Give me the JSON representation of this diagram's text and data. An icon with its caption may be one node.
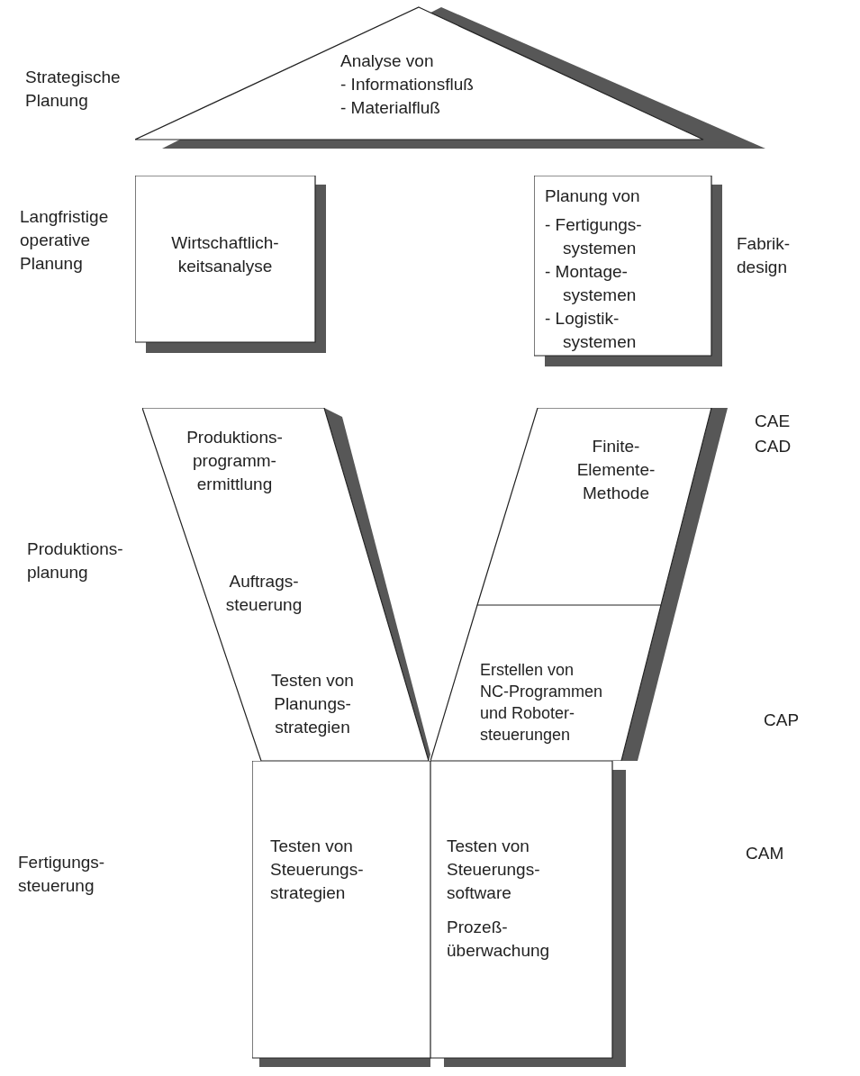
{
  "diagram": {
    "nodes": [
      {
        "text": [
          "Analyse von",
          "- Informationsfluß",
          "- Materialfluß"
        ]
      },
      {
        "text": [
          "Wirtschaftlich- keitsanalyse"
        ]
      },
      {
        "text": [
          "Planung von",
          "- Fertigungs- systemen",
          "- Montage- systemen",
          "- Logistik- systemen"
        ]
      },
      {
        "text": [
          "Produktions- programm- ermittlung",
          "Auftrags- steuerung",
          "Testen von Planungs- strategien"
        ]
      },
      {
        "text": [
          "Finite- Elemente- Methode"
        ]
      },
      {
        "text": [
          "Erstellen von NC-Programmen und Roboter- steuerungen"
        ]
      },
      {
        "text": [
          "Testen von Steuerungs- strategien"
        ]
      },
      {
        "text": [
          "Testen von Steuerungs- software",
          "Prozeß- überwachung"
        ]
      }
    ],
    "labels": [
      "Strategische Planung",
      "Langfristige operative Planung",
      "Fabrik- design",
      "CAE",
      "CAD",
      "Produktions- planung",
      "CAP",
      "Fertigungs- steuerung",
      "CAM"
    ]
  }
}
